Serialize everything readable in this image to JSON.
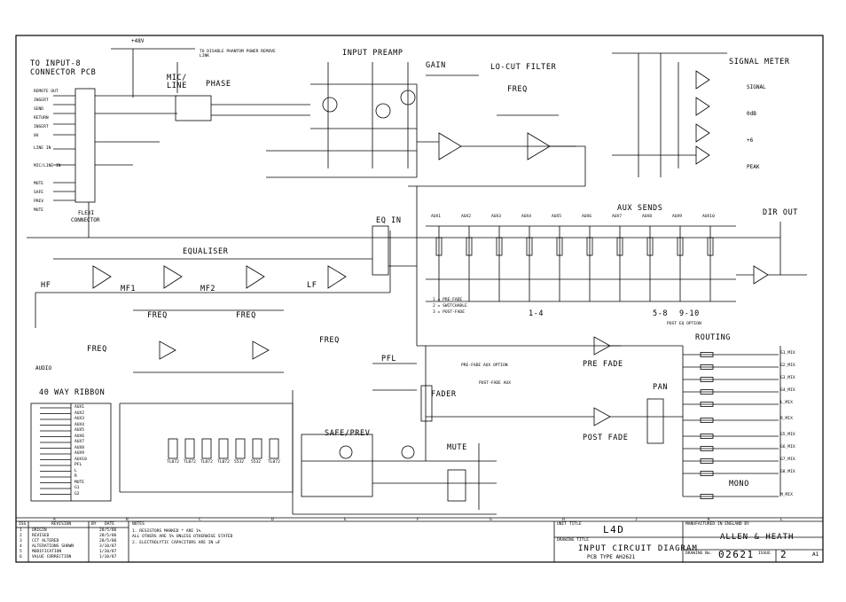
{
  "sheet_title": {
    "unit_title_label": "UNIT TITLE",
    "unit_title": "L4D",
    "drawing_title_label": "DRAWING TITLE",
    "drawing_title": "INPUT CIRCUIT DIAGRAM",
    "pcb_type": "PCB TYPE AH2621",
    "manufacturer_label": "MANUFACTURED IN ENGLAND BY",
    "manufacturer": "ALLEN & HEATH",
    "drawing_no_label": "DRAWING No.",
    "drawing_no": "02621",
    "issue_label": "ISSUE",
    "issue": "2",
    "sheet_ref": "A1"
  },
  "revision_table": {
    "headers": [
      "ISS",
      "REVISION",
      "BY",
      "DATE"
    ],
    "rows": [
      {
        "iss": "1",
        "text": "ORIGIN",
        "date": "28/5/86"
      },
      {
        "iss": "2",
        "text": "REVISED",
        "date": "28/5/86"
      },
      {
        "iss": "3",
        "text": "CCT ALTERED",
        "date": "28/5/86"
      },
      {
        "iss": "4",
        "text": "ALTERATIONS SHOWN",
        "date": "3/10/87"
      },
      {
        "iss": "5",
        "text": "MODIFICATION",
        "date": "1/10/87"
      },
      {
        "iss": "6",
        "text": "VALUE CORRECTION",
        "date": "1/10/87"
      }
    ]
  },
  "notes": {
    "heading": "NOTES",
    "lines": [
      "1. RESISTORS MARKED * ARE 1%",
      "   ALL OTHERS ARE 5% UNLESS OTHERWISE STATED",
      "2. ELECTROLYTIC CAPACITORS ARE IN uF"
    ]
  },
  "section_labels": {
    "to_input": "TO INPUT-8",
    "connector_pcb": "CONNECTOR PCB",
    "phantom": "+48V",
    "phantom_note": "TO DISABLE PHANTOM POWER REMOVE LINK",
    "mic_line": "MIC/",
    "line_label": "LINE",
    "phase": "PHASE",
    "input_preamp": "INPUT PREAMP",
    "gain": "GAIN",
    "lo_cut_filter": "LO-CUT FILTER",
    "freq": "FREQ",
    "signal_meter": "SIGNAL METER",
    "eq_in": "EQ IN",
    "aux_sends": "AUX SENDS",
    "dir_out": "DIR OUT",
    "equaliser": "EQUALISER",
    "hf": "HF",
    "mf1": "MF1",
    "mf2": "MF2",
    "lf": "LF",
    "freq1": "FREQ",
    "freq2": "FREQ",
    "freq3": "FREQ",
    "freq4": "FREQ",
    "ribbon": "40 WAY RIBBON",
    "flexi": "FLEXI",
    "flexi2": "CONNECTOR",
    "pfl": "PFL",
    "fader": "FADER",
    "pre_fade": "PRE FADE",
    "post_fade": "POST FADE",
    "pan": "PAN",
    "routing": "ROUTING",
    "mono": "MONO",
    "safe_prev": "SAFE/PREV",
    "mute": "MUTE",
    "audio_gnd": "AUDIO",
    "sig_label": "SIGNAL",
    "odb_label": "0dB",
    "plus6_label": "+6",
    "peak_label": "PEAK",
    "aux_group_1": "1-4",
    "aux_group_2": "5-8",
    "aux_group_3": "9-10",
    "aux_legend_1": "1 = PRE-FADE",
    "aux_legend_2": "2 = SWITCHABLE",
    "aux_legend_3": "3 = POST-FADE",
    "pre_fade_aux_option": "PRE-FADE AUX OPTION",
    "post_fade_aux": "POST-FADE AUX",
    "post_eq_option": "POST EQ OPTION"
  },
  "connector_labels": [
    "REMOTE OUT",
    "INSERT",
    "SEND",
    "RETURN",
    "INSERT",
    "0V",
    "LINE IN",
    "MIC/LINE IN",
    "MUTE",
    "SAFE",
    "PREV",
    "MUTE"
  ],
  "aux_labels": [
    "AUX1",
    "AUX2",
    "AUX3",
    "AUX4",
    "AUX5",
    "AUX6",
    "AUX7",
    "AUX8",
    "AUX9",
    "AUX10"
  ],
  "routing_buses": [
    "G1_MIX",
    "G2_MIX",
    "G3_MIX",
    "G4_MIX",
    "L_MIX",
    "R_MIX",
    "G5_MIX",
    "G6_MIX",
    "G7_MIX",
    "G8_MIX",
    "M_MIX"
  ],
  "ribbon_signals": [
    "AUX1",
    "AUX2",
    "AUX3",
    "AUX4",
    "AUX5",
    "AUX6",
    "AUX7",
    "AUX8",
    "AUX9",
    "AUX10",
    "PFL",
    "L",
    "R",
    "MUTE",
    "G1",
    "G2"
  ],
  "ic_labels": [
    "TL072",
    "TL072",
    "TL072",
    "TL072",
    "5532",
    "5532",
    "TL072"
  ],
  "grid_columns": [
    "A",
    "B",
    "C",
    "D",
    "E",
    "F",
    "G",
    "H",
    "J",
    "K",
    "L"
  ]
}
